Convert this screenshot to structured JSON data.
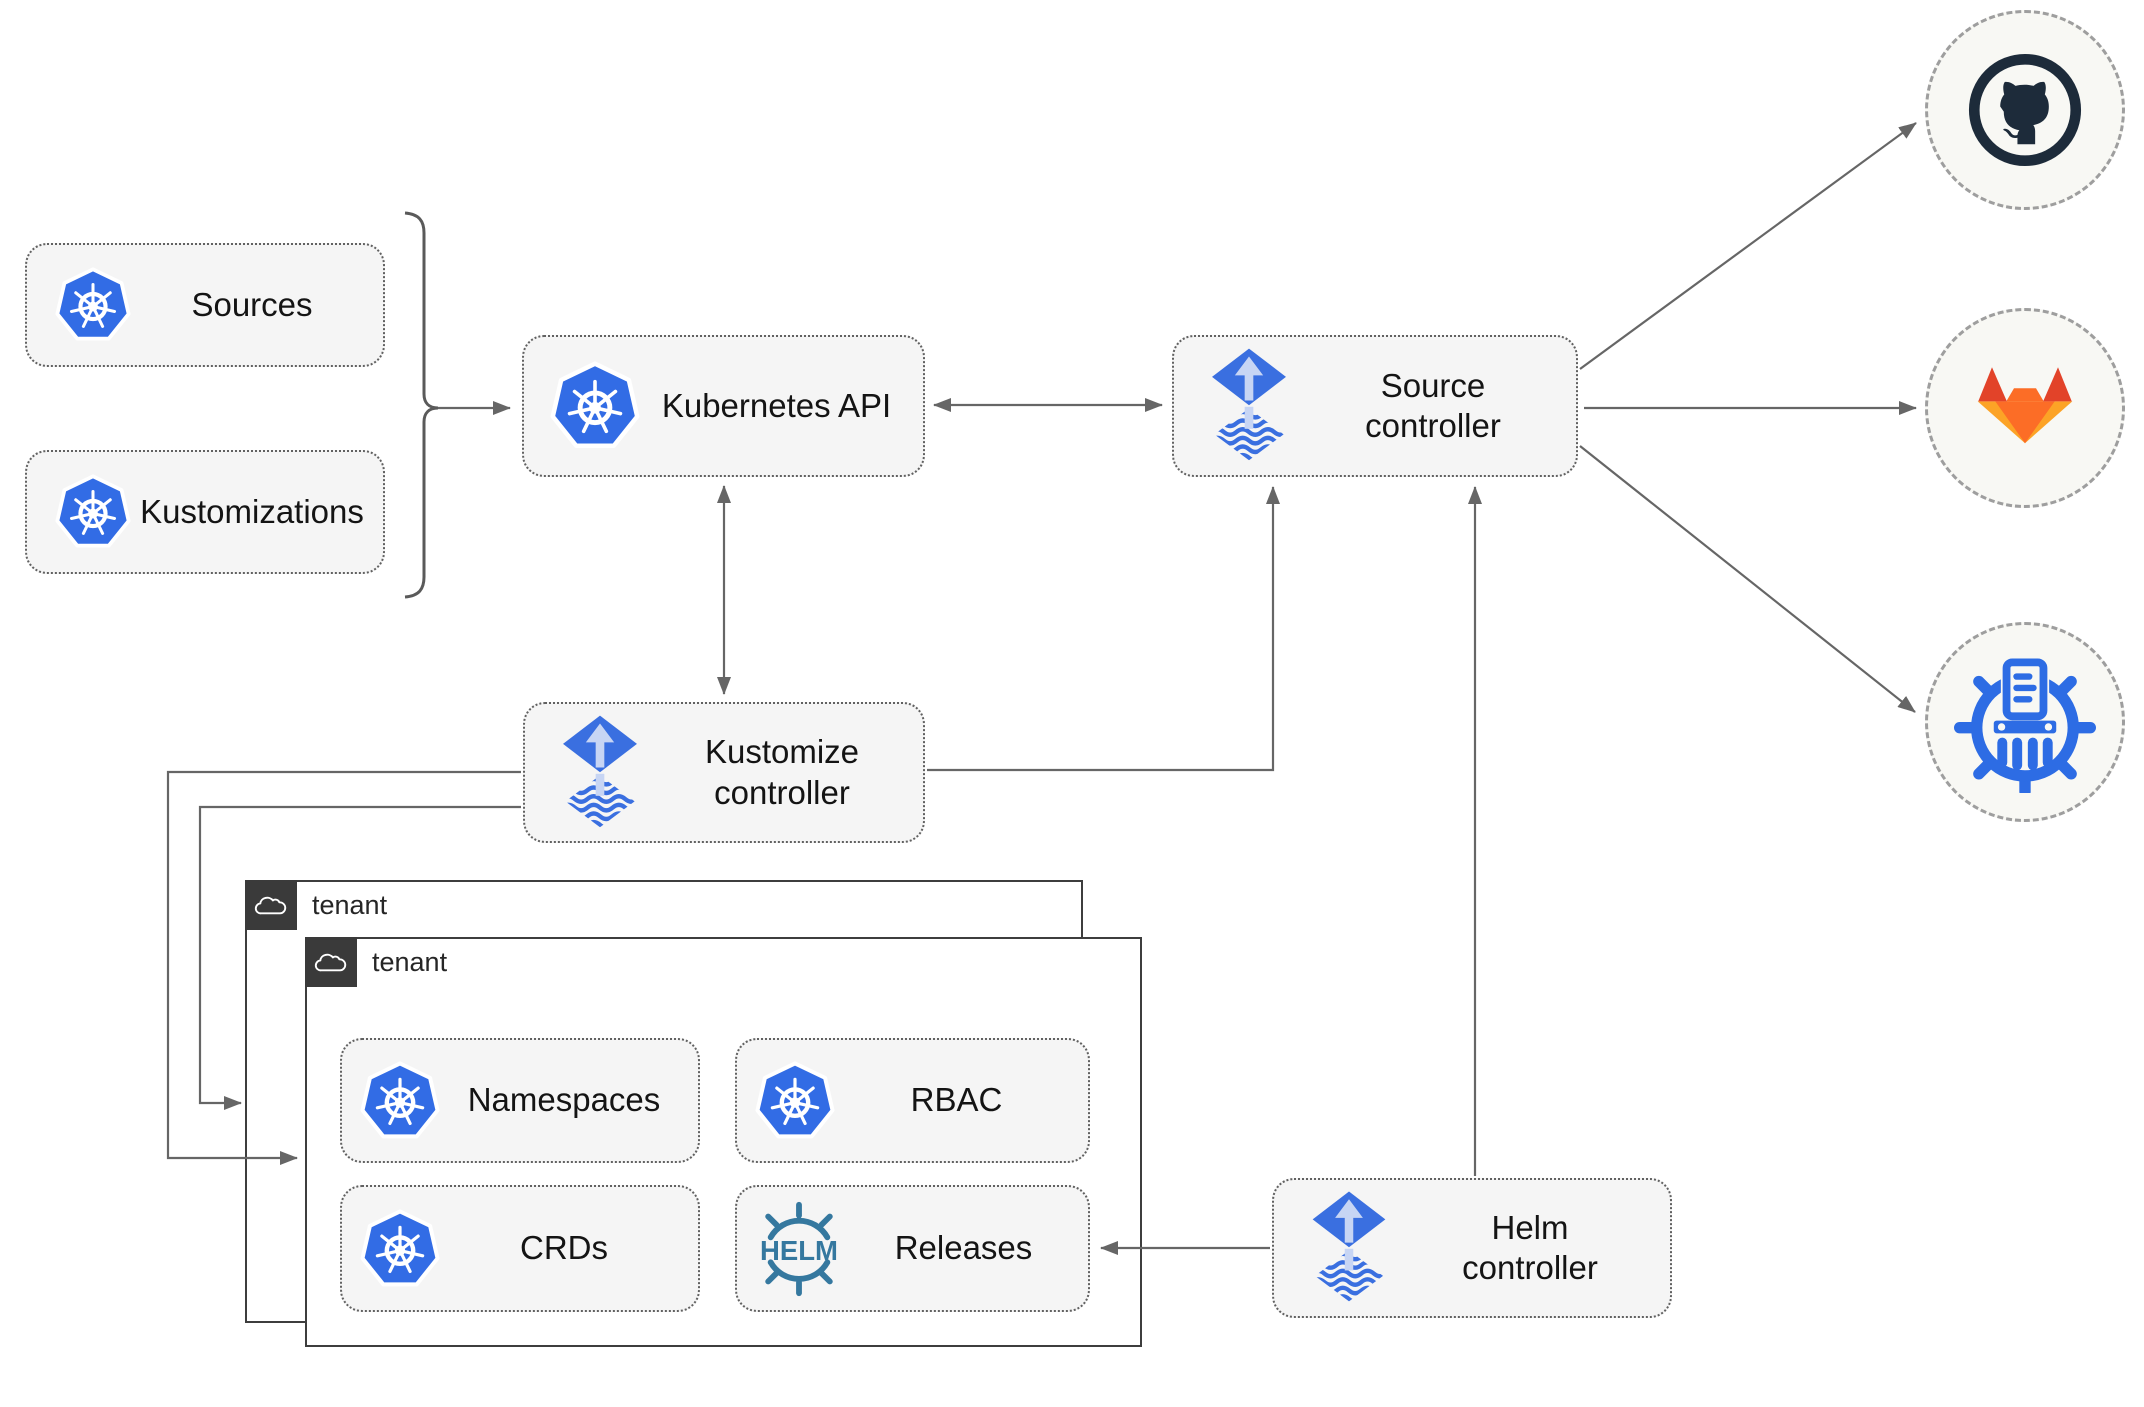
{
  "nodes": {
    "sources": "Sources",
    "kustomizations": "Kustomizations",
    "kubernetes_api": "Kubernetes API",
    "source_controller": "Source controller",
    "kustomize_controller": "Kustomize controller",
    "helm_controller": "Helm controller",
    "namespaces": "Namespaces",
    "rbac": "RBAC",
    "crds": "CRDs",
    "releases": "Releases"
  },
  "tenants": {
    "back": "tenant",
    "front": "tenant"
  },
  "icons": {
    "kubernetes": "kubernetes-wheel",
    "flux": "flux-diamond-arrow",
    "github": "github-octocat",
    "gitlab": "gitlab-tanuki",
    "chartmuseum": "chartmuseum-wheel",
    "cloud": "cloud-outline",
    "helm": "helm-wheel-wordmark",
    "helm_wordmark": "HELM"
  },
  "colors": {
    "kubernetes_blue": "#326ce5",
    "flux_blue": "#3a6fe0",
    "flux_arrow_light": "#c7d5f4",
    "github_dark": "#1d2b3a",
    "gitlab_dark_orange": "#e24329",
    "gitlab_orange": "#fc6d26",
    "gitlab_light_orange": "#fca326",
    "chartmuseum_blue": "#2d6ce4",
    "helm_teal_blue": "#35789f",
    "connector_gray": "#666666",
    "node_fill": "#f5f5f5",
    "tenant_border": "#3d3d3d"
  }
}
